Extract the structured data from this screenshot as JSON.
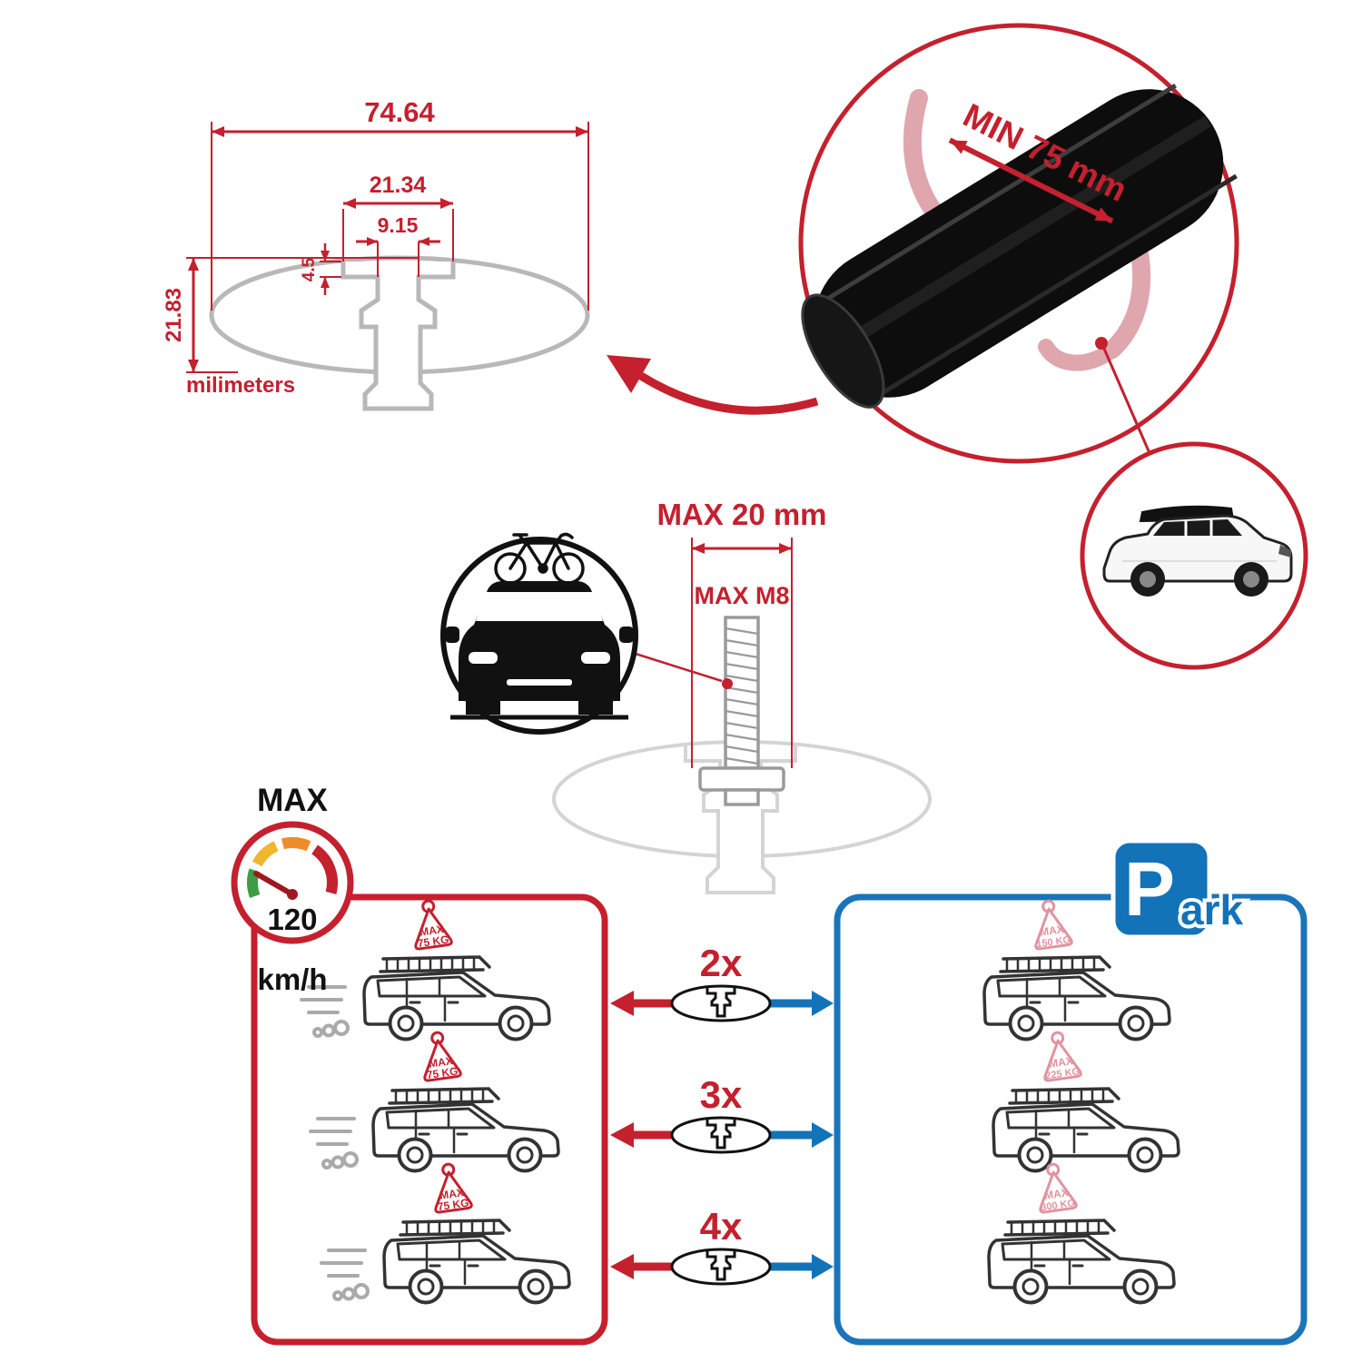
{
  "colors": {
    "red": "#c4202e",
    "blue": "#1273b9",
    "pink": "#e293a0",
    "gray": "#b8b8b8",
    "black": "#111111"
  },
  "dimension_diagram": {
    "total_width": "74.64",
    "slot_outer_width": "21.34",
    "slot_inner_width": "9.15",
    "lip_depth": "4.5",
    "total_height": "21.83",
    "units_label": "milimeters"
  },
  "crossbar_detail": {
    "min_clamp_span": "MIN 75 mm"
  },
  "bolt_detail": {
    "max_bolt_length": "MAX 20 mm",
    "max_thread_size": "MAX M8"
  },
  "speed_limit": {
    "label": "MAX",
    "value": "120",
    "units": "km/h"
  },
  "park_sign": {
    "letter": "P",
    "suffix": "ark"
  },
  "crossbar_counts": [
    {
      "label": "2x"
    },
    {
      "label": "3x"
    },
    {
      "label": "4x"
    }
  ],
  "driving_load_tags": [
    {
      "line1": "MAX",
      "line2": "75 KG"
    },
    {
      "line1": "MAX",
      "line2": "75 KG"
    },
    {
      "line1": "MAX",
      "line2": "75 KG"
    }
  ],
  "parked_load_tags": [
    {
      "line1": "MAX",
      "line2": "150 KG"
    },
    {
      "line1": "MAX",
      "line2": "225 KG"
    },
    {
      "line1": "MAX",
      "line2": "300 KG"
    }
  ]
}
